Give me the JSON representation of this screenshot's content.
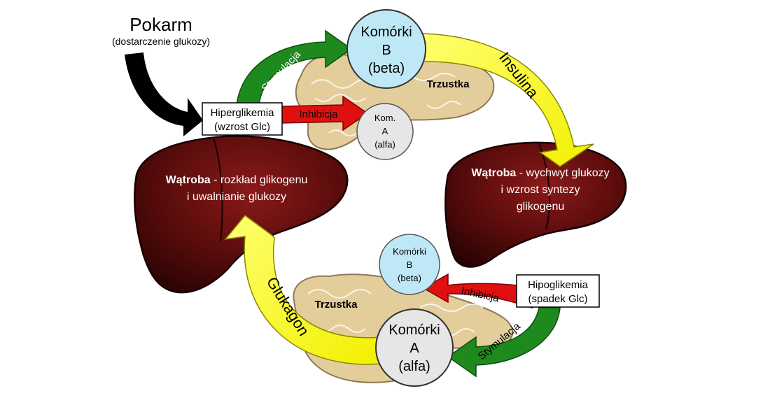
{
  "food": {
    "title": "Pokarm",
    "subtitle": "(dostarczenie glukozy)"
  },
  "top": {
    "hyper": {
      "line1": "Hiperglikemia",
      "line2": "(wzrost Glc)"
    },
    "stimulation": "Stymulacja",
    "inhibition": "Inhibicja",
    "pancreas": "Trzustka",
    "beta": {
      "line1": "Komórki",
      "line2": "B",
      "line3": "(beta)"
    },
    "alpha": {
      "line1": "Kom.",
      "line2": "A",
      "line3": "(alfa)"
    },
    "hormone": "Insulina"
  },
  "liver_left": {
    "bold": "Wątroba",
    "rest1": " - rozkład glikogenu",
    "line2": "i uwalnianie glukozy"
  },
  "liver_right": {
    "bold": "Wątroba",
    "rest1": " - wychwyt glukozy",
    "line2": "i wzrost syntezy",
    "line3": "glikogenu"
  },
  "bottom": {
    "hypo": {
      "line1": "Hipoglikemia",
      "line2": "(spadek Glc)"
    },
    "stimulation": "Stymulacja",
    "inhibition": "Inhibicja",
    "pancreas": "Trzustka",
    "beta": {
      "line1": "Komórki",
      "line2": "B",
      "line3": "(beta)"
    },
    "alpha": {
      "line1": "Komórki",
      "line2": "A",
      "line3": "(alfa)"
    },
    "hormone": "Glukagon"
  },
  "colors": {
    "liver_dark": "#3a0606",
    "liver_mid": "#7a1414",
    "pancreas": "#e3cd9b",
    "beta_cell": "#bfe8f6",
    "alpha_cell": "#e6e6e6",
    "hormone_arrow": "#ffff00",
    "stim_arrow": "#1e8a1e",
    "inhib_arrow": "#e01010",
    "food_arrow": "#000000"
  }
}
